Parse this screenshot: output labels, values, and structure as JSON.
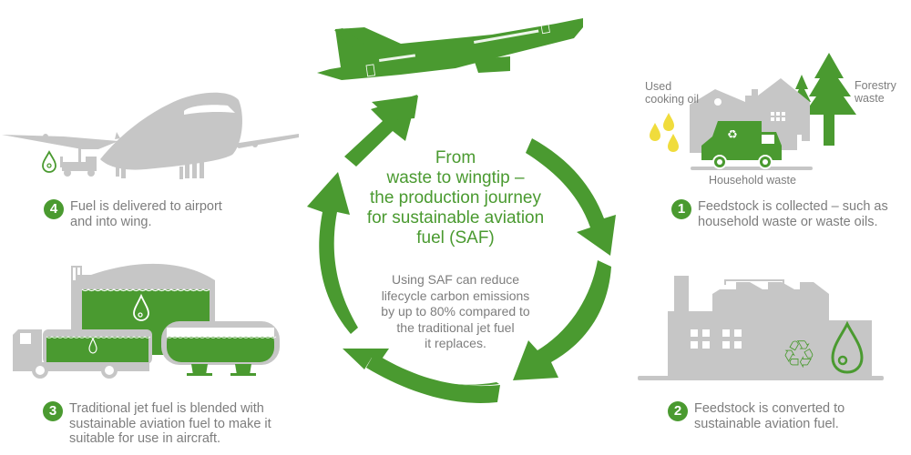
{
  "title": {
    "lines": [
      "From",
      "waste to wingtip –",
      "the production journey",
      "for sustainable aviation",
      "fuel (SAF)"
    ]
  },
  "summary": {
    "lines": [
      "Using SAF can reduce",
      "lifecycle carbon emissions",
      "by up to 80% compared to",
      "the traditional jet fuel",
      "it replaces."
    ]
  },
  "steps": [
    {
      "number": "1",
      "lines": [
        "Feedstock is collected – such as",
        "household waste or waste oils."
      ]
    },
    {
      "number": "2",
      "lines": [
        "Feedstock is converted to",
        "sustainable aviation fuel."
      ]
    },
    {
      "number": "3",
      "lines": [
        "Traditional jet fuel is blended with",
        "sustainable aviation fuel to make it",
        "suitable for use in aircraft."
      ]
    },
    {
      "number": "4",
      "lines": [
        "Fuel is delivered to airport",
        "and into wing."
      ]
    }
  ],
  "feedstock_labels": {
    "used_cooking_oil": [
      "Used",
      "cooking oil"
    ],
    "forestry_waste": [
      "Forestry",
      "waste"
    ],
    "household_waste": "Household waste"
  },
  "icons": {
    "green_plane": "airplane-takeoff-icon",
    "gray_plane": "airplane-front-icon",
    "fuel_truck": "fuel-truck-icon",
    "oil_drops": "oil-drop-icon",
    "house": "house-icon",
    "garbage_truck": "garbage-truck-icon",
    "recycle": "recycle-icon",
    "trees": "tree-icon",
    "factory": "factory-icon",
    "fuel_drop": "fuel-drop-icon",
    "storage_tank": "storage-tank-icon",
    "tanker_truck": "tanker-truck-icon",
    "horizontal_tank": "horizontal-tank-icon",
    "cycle_arrows": "cycle-arrow-icon"
  },
  "colors": {
    "brand_green": "#4a9a30",
    "gray_icon": "#c8c8c8",
    "text_gray": "#7d7d7d",
    "oil_yellow": "#f0dc3c"
  }
}
